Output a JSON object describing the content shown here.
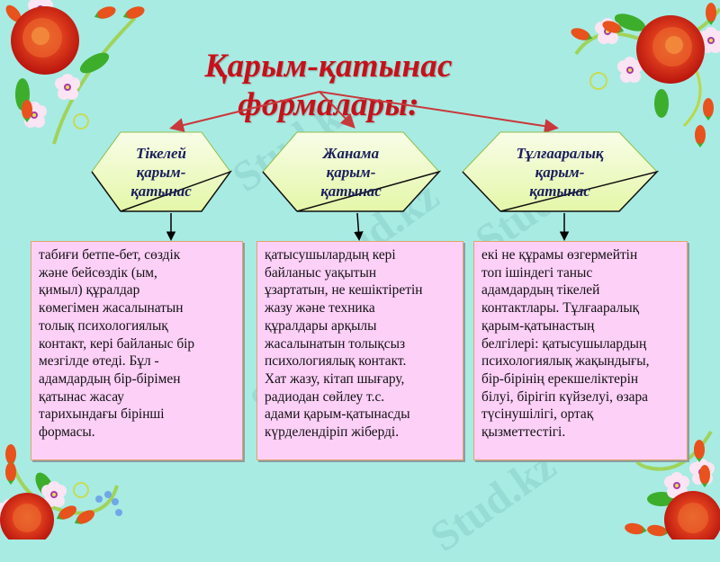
{
  "title": "Қарым-қатынас формалары:",
  "colors": {
    "background": "#a8ebe3",
    "title": "#c8101a",
    "hex_fill_top": "#f8fde8",
    "hex_fill_bottom": "#e4f7a8",
    "hex_text": "#1a1f5a",
    "box_fill": "#fdd0f8",
    "box_border": "#e2a36a",
    "arrow_red": "#c9383a",
    "arrow_black": "#000000"
  },
  "categories": [
    {
      "label_lines": [
        "Тікелей",
        "қарым-",
        "қатынас"
      ],
      "description_lines": [
        "табиғи бетпе-бет, сөздік",
        "және бейсөздік (ым,",
        "қимыл) құралдар",
        "көмегімен жасалынатын",
        "толық психологиялық",
        "контакт, кері байланыс бір",
        "мезгілде өтеді. Бұл -",
        "адамдардың бір-бірімен",
        "қатынас жасау",
        "тарихындағы бірінші",
        "формасы."
      ]
    },
    {
      "label_lines": [
        "Жанама",
        "қарым-",
        "қатынас"
      ],
      "description_lines": [
        "қатысушылардың кері",
        "байланыс уақытын",
        "ұзартатын, не кешіктіретін",
        "жазу және техника",
        "құралдары арқылы",
        "жасалынатын толықсыз",
        "психологиялық контакт.",
        "Хат жазу, кітап шығару,",
        "радиодан сөйлеу т.с.",
        "адами қарым-қатынасды",
        "күрделендіріп жіберді."
      ]
    },
    {
      "label_lines": [
        "Тұлғааралық",
        "қарым-",
        "қатынас"
      ],
      "description_lines": [
        "екі не құрамы өзгермейтін",
        "топ ішіндегі таныс",
        "адамдардың тікелей",
        "контактлары. Тұлғааралық",
        "қарым-қатынастың",
        "белгілері: қатысушылардың",
        "психологиялық жақындығы,",
        "бір-бірінің ерекшеліктерін",
        "білуі, бірігіп күйзелуі, өзара",
        "түсінушілігі, ортақ",
        "қызметтестігі."
      ]
    }
  ],
  "watermark_text": "Stud.kz",
  "icons": {
    "corner_decoration": "rose-flower-cluster",
    "connector": "arrow"
  }
}
